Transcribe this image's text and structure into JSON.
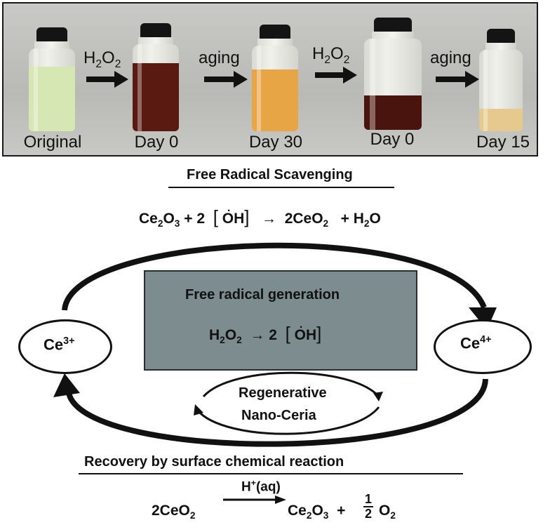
{
  "figure": {
    "vials": [
      {
        "label": "Original",
        "liquid_color": "#d7e7b3",
        "fill_fraction": 0.78
      },
      {
        "label": "Day 0",
        "liquid_color": "#5a1a12",
        "fill_fraction": 0.78
      },
      {
        "label": "Day 30",
        "liquid_color": "#e8a546",
        "fill_fraction": 0.72
      },
      {
        "label": "Day 0",
        "liquid_color": "#4a140e",
        "fill_fraction": 0.38
      },
      {
        "label": "Day 15",
        "liquid_color": "#e6c98c",
        "fill_fraction": 0.28
      }
    ],
    "arrows": [
      {
        "label_main": "H",
        "label_sub1": "2",
        "label_mid": "O",
        "label_sub2": "2"
      },
      {
        "label_main": "aging",
        "label_sub1": "",
        "label_mid": "",
        "label_sub2": ""
      },
      {
        "label_main": "H",
        "label_sub1": "2",
        "label_mid": "O",
        "label_sub2": "2"
      },
      {
        "label_main": "aging",
        "label_sub1": "",
        "label_mid": "",
        "label_sub2": ""
      }
    ]
  },
  "scavenging": {
    "title": "Free Radical Scavenging",
    "eq": {
      "ce": "Ce",
      "s1": "2",
      "o": "O",
      "s2": "3",
      "plus2": "+ 2",
      "bracket_l": "[",
      "oh": "OH",
      "bracket_r": "]",
      "arrow": "→",
      "product": "2CeO",
      "s3": "2",
      "plus_h": "+ H",
      "s4": "2",
      "water_o": "O"
    }
  },
  "cycle": {
    "left_ion": {
      "base": "Ce",
      "charge": "3+"
    },
    "right_ion": {
      "base": "Ce",
      "charge": "4+"
    },
    "box_title": "Free radical generation",
    "box_eq": {
      "h": "H",
      "s1": "2",
      "o": "O",
      "s2": "2",
      "arrow": "→",
      "two": "2",
      "bl": "[",
      "oh": "OH",
      "br": "]"
    },
    "regen_line1": "Regenerative",
    "regen_line2": "Nano-Ceria",
    "box_color": "#7c8c8f"
  },
  "recovery": {
    "title": "Recovery by surface chemical reaction",
    "eq": {
      "reactant": "2CeO",
      "r_sub": "2",
      "catalyst": "H",
      "cat_sup": "+",
      "cat_tail": "(aq)",
      "p1": "Ce",
      "p1s1": "2",
      "p1o": "O",
      "p1s2": "3",
      "plus": "+",
      "num": "1",
      "den": "2",
      "o2": "O",
      "o2sub": "2"
    }
  }
}
